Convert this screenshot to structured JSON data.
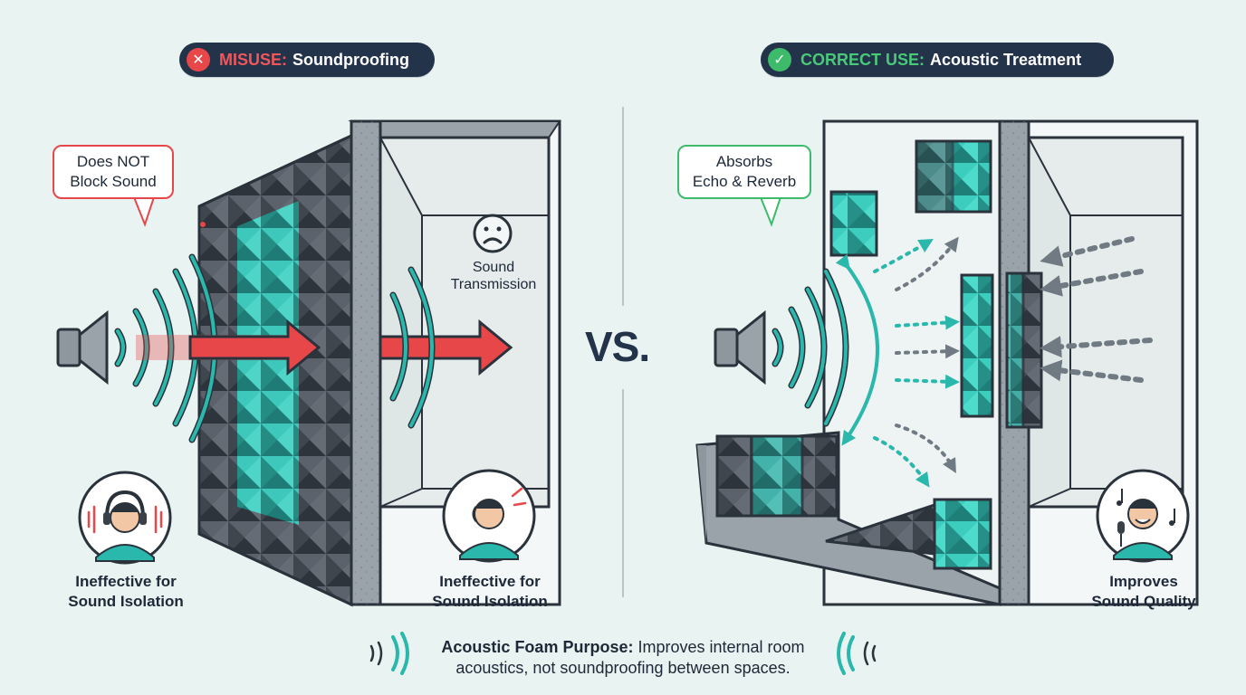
{
  "header": {
    "misuse": {
      "keyword": "MISUSE:",
      "text": "Soundproofing"
    },
    "correct": {
      "keyword": "CORRECT USE:",
      "text": "Acoustic Treatment"
    }
  },
  "left": {
    "callout": {
      "line1": "Does NOT",
      "line2": "Block Sound"
    },
    "transmission": {
      "line1": "Sound",
      "line2": "Transmission"
    },
    "caption_left": {
      "line1": "Ineffective for",
      "line2": "Sound Isolation"
    },
    "caption_right": {
      "line1": "Ineffective for",
      "line2": "Sound Isolation"
    }
  },
  "vs_label": "VS.",
  "right": {
    "callout": {
      "line1": "Absorbs",
      "line2": "Echo & Reverb"
    },
    "caption": {
      "line1": "Improves",
      "line2": "Sound Quality"
    }
  },
  "footer": {
    "bold": "Acoustic Foam Purpose:",
    "text": "Improves internal room acoustics, not soundproofing between spaces."
  },
  "colors": {
    "background": "#e9f3f1",
    "navy": "#23334a",
    "misuse_red": "#e8474a",
    "correct_green": "#3dbb6b",
    "teal": "#2bb8ac",
    "foam_dark": "#3a4048",
    "wall_gray": "#8e979e"
  },
  "icons": [
    "x-circle-icon",
    "check-circle-icon",
    "speaker-icon",
    "sad-face-icon",
    "headphones-person-icon",
    "annoyed-person-icon",
    "happy-singer-icon",
    "music-note-icon",
    "microphone-icon",
    "sound-wave-icon"
  ]
}
